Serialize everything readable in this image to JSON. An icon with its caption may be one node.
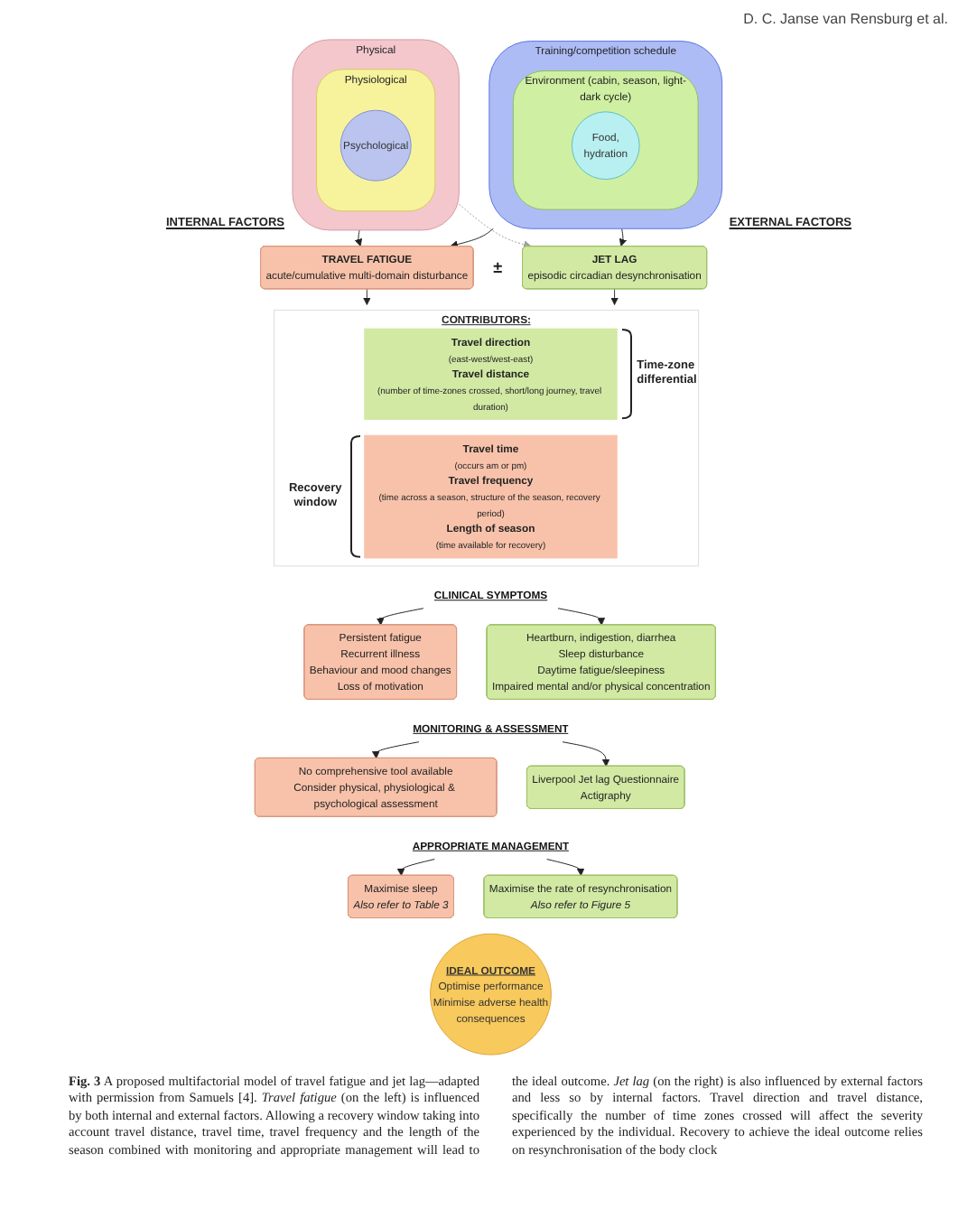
{
  "diagram": {
    "nodes": [
      {
        "text": [
          "Physical"
        ],
        "beside": [
          "INTERNAL FACTORS"
        ]
      },
      {
        "text": [
          "Physiological"
        ],
        "in": 0
      },
      {
        "text": [
          "Psychological"
        ],
        "in": 1
      },
      {
        "text": [
          "TRAVEL FATIGUE",
          "acute/cumulative multi-domain disturbance"
        ]
      },
      {
        "text": [
          "JET LAG",
          "episodic circadian desynchronisation"
        ]
      },
      {
        "text": [
          "Training/competition schedule"
        ],
        "beside": [
          "EXTERNAL FACTORS"
        ]
      },
      {
        "text": [
          "Environment (cabin, season, light-dark cycle)"
        ],
        "in": 5
      },
      {
        "text": [
          "Food, hydration"
        ],
        "in": 6
      },
      {
        "text": [
          "CONTRIBUTORS:"
        ]
      },
      {
        "text": [
          "Travel direction",
          "(east-west/west-east)",
          "Travel distance",
          "(number of time-zones crossed, short/long journey, travel duration)"
        ],
        "in": 8
      },
      {
        "text": [
          "Travel time",
          "(occurs am or pm)",
          "Travel frequency",
          "(time across a season, structure of the season, recovery period)",
          "Length of season",
          "(time available for recovery)"
        ],
        "in": 8
      },
      {
        "text": [
          "CLINICAL SYMPTOMS"
        ]
      },
      {
        "text": [
          "Persistent fatigue",
          "Recurrent illness",
          "Behaviour and mood changes",
          "Loss of motivation"
        ]
      },
      {
        "text": [
          "Heartburn, indigestion, diarrhea",
          "Sleep disturbance",
          "Daytime fatigue/sleepiness",
          "Impaired mental and/or physical concentration"
        ]
      },
      {
        "text": [
          "MONITORING & ASSESSMENT"
        ]
      },
      {
        "text": [
          "No comprehensive tool available",
          "Consider physical, physiological & psychological assessment"
        ]
      },
      {
        "text": [
          "Liverpool Jet lag Questionnaire",
          "Actigraphy"
        ]
      },
      {
        "text": [
          "APPROPRIATE MANAGEMENT"
        ]
      },
      {
        "text": [
          "Maximise sleep",
          "Also refer to Table 3"
        ]
      },
      {
        "text": [
          "Maximise the rate of resynchronisation",
          "Also refer to Figure 5"
        ]
      },
      {
        "text": [
          "IDEAL OUTCOME",
          "Optimise performance",
          "Minimise adverse health consequences"
        ]
      }
    ],
    "edges": [
      {
        "from": 0,
        "to": 3,
        "arrow": "to"
      },
      {
        "from": 0,
        "to": 4,
        "arrow": "to",
        "style": "dashed",
        "color": "#a0a0a0"
      },
      {
        "from": 5,
        "to": 3,
        "arrow": "to"
      },
      {
        "from": 5,
        "to": 4,
        "arrow": "to"
      },
      {
        "from": 3,
        "to": 8,
        "arrow": "to"
      },
      {
        "from": 4,
        "to": 8,
        "arrow": "to"
      },
      {
        "from": 11,
        "to": 12,
        "arrow": "to"
      },
      {
        "from": 11,
        "to": 13,
        "arrow": "to"
      },
      {
        "from": 14,
        "to": 15,
        "arrow": "to"
      },
      {
        "from": 14,
        "to": 16,
        "arrow": "to"
      },
      {
        "from": 17,
        "to": 18,
        "arrow": "to"
      },
      {
        "from": 17,
        "to": 19,
        "arrow": "to"
      }
    ],
    "labels": [
      "D. C. Janse van Rensburg et al.",
      "±",
      "Time-zone differential",
      "Recovery window"
    ],
    "caption": "**Fig. 3** A proposed multifactorial model of travel fatigue and jet lag—adapted with permission from Samuels [4]. *Travel fatigue* (on the left) is influenced by both internal and external factors. Allowing a recovery window taking into account travel distance, travel time, travel frequency and the length of the season combined with monitoring and appropriate management will lead to the ideal outcome. *Jet lag* (on the right) is also influenced by external factors and less so by internal factors. Travel direction and travel distance, specifically the number of time zones crossed will affect the severity experienced by the individual. Recovery to achieve the ideal outcome relies on resynchronisation of the body clock"
  }
}
